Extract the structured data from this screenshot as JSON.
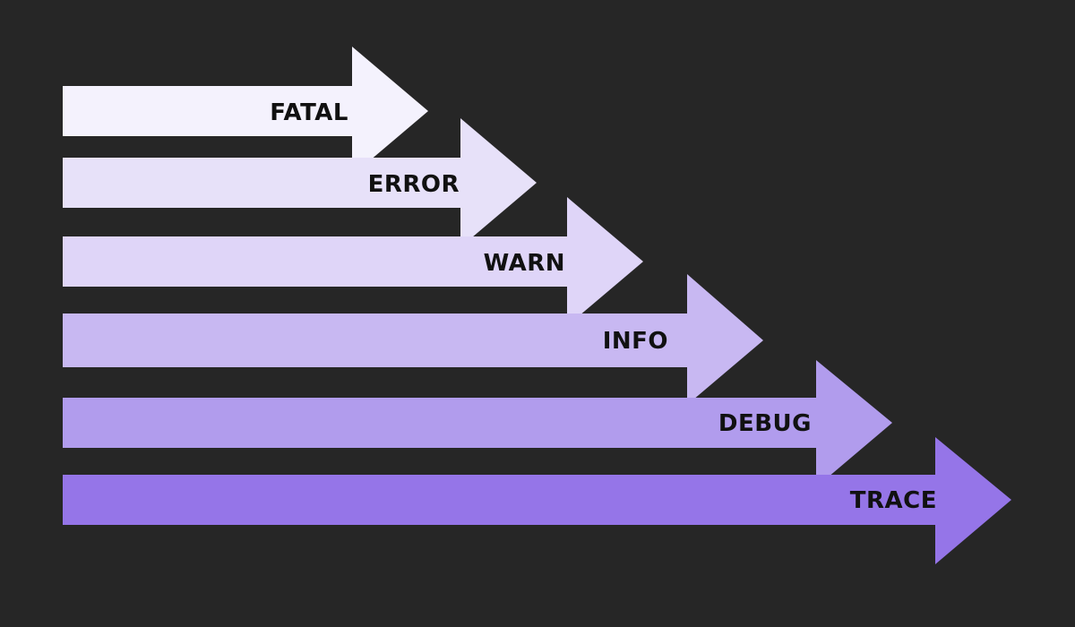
{
  "diagram": {
    "background_color": "#262626",
    "label_color": "#111111",
    "levels": [
      {
        "id": "fatal",
        "label": "FATAL",
        "color": "#f4f2fd"
      },
      {
        "id": "error",
        "label": "ERROR",
        "color": "#e7e1f9"
      },
      {
        "id": "warn",
        "label": "WARN",
        "color": "#dfd5f8"
      },
      {
        "id": "info",
        "label": "INFO",
        "color": "#c8b8f2"
      },
      {
        "id": "debug",
        "label": "DEBUG",
        "color": "#b19ced"
      },
      {
        "id": "trace",
        "label": "TRACE",
        "color": "#9575e8"
      }
    ]
  }
}
